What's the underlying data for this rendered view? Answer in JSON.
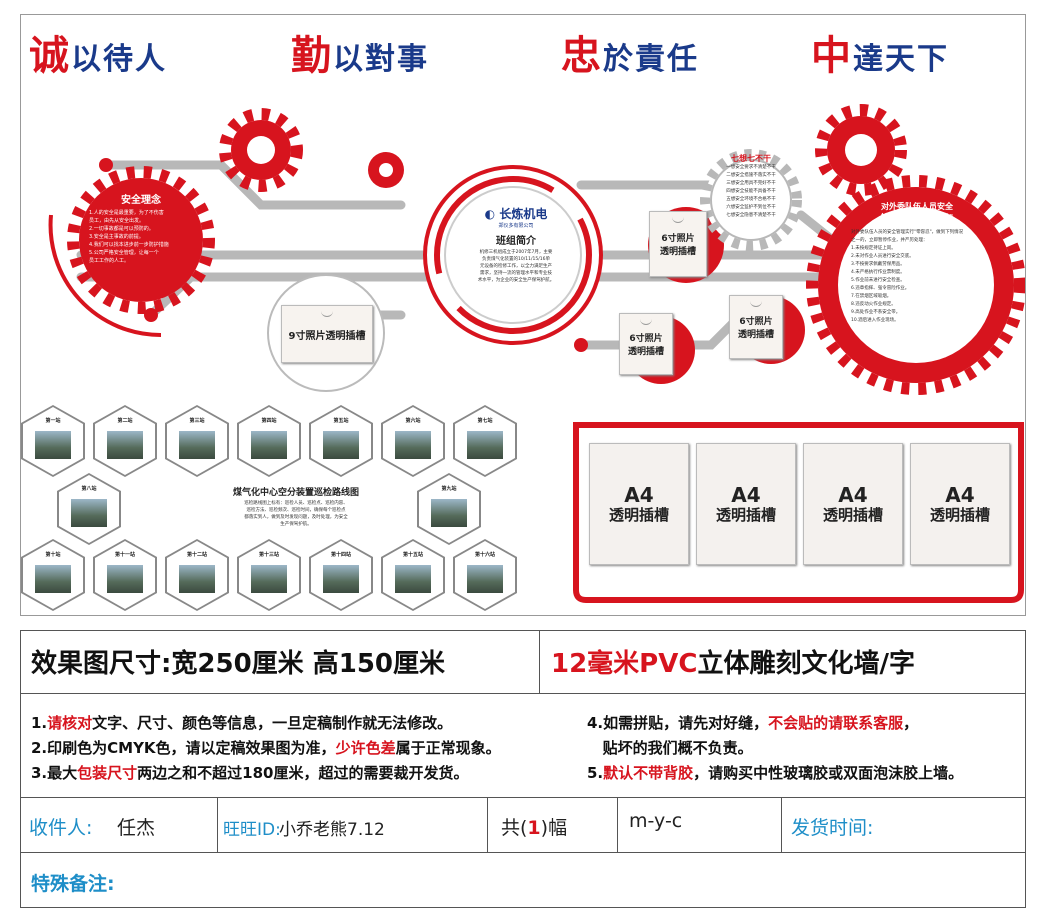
{
  "slogans": [
    {
      "big": "诚",
      "rest": "以待人"
    },
    {
      "big": "勤",
      "rest": "以對事"
    },
    {
      "big": "忠",
      "rest": "於責任"
    },
    {
      "big": "中",
      "rest": "達天下"
    }
  ],
  "safety_concept": {
    "title": "安全理念",
    "lines": [
      "1.人的安全是最重要，为了不伤害",
      "员工，由先从安全出发。",
      "2.一切事故都是可以预防的。",
      "3.安全是主事故的前提。",
      "4.我们可以找本进步前一步防护措施",
      "5.公司严格安全管理，让每一个",
      "员工工作的人工。"
    ]
  },
  "team_intro": {
    "company": "长炼机电",
    "company_sub": "郑仪多有限公司",
    "title": "班组简介",
    "lines": [
      "机修三机组成立于2007年7月，主要",
      "负责煤气化装置的10/11/15/16单",
      "元设备的检修工作，以全力满足生产",
      "需求，坚持一流的管理水平和专业技",
      "术水平，为企业的安全生产保驾护航。"
    ]
  },
  "seven_prohibitions": {
    "title": "七想七不干",
    "lines": [
      "一想安全要求不清楚不干",
      "二想安全措施不落实不干",
      "三想安全用具不完好不干",
      "四想安全技能不具备不干",
      "五想安全环境不合格不干",
      "六想安全监护不到位不干",
      "七想安全隐患不清楚不干"
    ]
  },
  "outsource_safety": {
    "title": "对外委队伍人员安全",
    "subtitle": "管理的\"十项零容忍\"",
    "lines": [
      "对外委队伍人员的安全管理实行\"零容忍\"，做到下列情况",
      "之一的，立即暂停作业，并严厉处理：",
      "1.未按规定持证上岗。",
      "2.未对作业人员进行安全交底。",
      "3.不按要求佩戴劳保用品。",
      "4.未严格执行作业票制度。",
      "5.作业前未进行安全检查。",
      "6.违章指挥、强令冒险作业。",
      "7.在禁烟区域吸烟。",
      "8.违反动火作业规定。",
      "9.高处作业不系安全带。",
      "10.酒后进入作业现场。"
    ]
  },
  "slots": {
    "photo9": "9寸照片透明插槽",
    "photo6_line1": "6寸照片",
    "photo6_line2": "透明插槽",
    "a4_big": "A4",
    "a4_small": "透明插槽"
  },
  "route": {
    "title": "煤气化中心空分装置巡检路线图",
    "desc": [
      "巡检路线图上标有：巡检人员、巡检点、巡检内容、",
      "巡检方法、巡检频次、巡检时间，确保每个巡检点",
      "都落实到人，做到及时发现问题，及时处理，为安全",
      "生产保驾护航。"
    ],
    "stations": [
      "第一站",
      "第二站",
      "第三站",
      "第四站",
      "第五站",
      "第六站",
      "第七站",
      "第八站",
      "第九站",
      "第十站",
      "第十一站",
      "第十二站",
      "第十三站",
      "第十四站",
      "第十五站",
      "第十六站"
    ]
  },
  "order": {
    "size_text": "效果图尺寸:宽250厘米  高150厘米",
    "pvc_red": "12毫米PVC",
    "pvc_rest": "立体雕刻文化墙/字",
    "notes_left": [
      {
        "prefix": "1.",
        "red": "请核对",
        "rest": "文字、尺寸、颜色等信息，一旦定稿制作就无法修改。"
      },
      {
        "prefix": "2.印刷色为CMYK色，请以定稿效果图为准，",
        "red": "少许色差",
        "rest": "属于正常现象。"
      },
      {
        "prefix": "3.最大",
        "red": "包装尺寸",
        "rest": "两边之和不超过180厘米，超过的需要裁开发货。"
      }
    ],
    "notes_right": [
      {
        "prefix": "4.如需拼贴，请先对好缝，",
        "red": "不会贴的请联系客服",
        "rest": "，"
      },
      {
        "prefix": "   贴坏的我们概不负责。",
        "red": "",
        "rest": ""
      },
      {
        "prefix": "5.",
        "red": "默认不带背胶",
        "rest": "，请购买中性玻璃胶或双面泡沫胶上墙。"
      }
    ],
    "recipient_label": "收件人:",
    "recipient": "任杰",
    "wangwang_label": "旺旺ID:",
    "wangwang": "小乔老熊7.12",
    "count_prefix": "共(",
    "count": "1",
    "count_suffix": ")幅",
    "code": "m-y-c",
    "ship_label": "发货时间:",
    "remarks_label": "特殊备注:"
  },
  "colors": {
    "accent": "#d7141e",
    "navy": "#1a3a8a",
    "label_blue": "#1e8ec8"
  }
}
